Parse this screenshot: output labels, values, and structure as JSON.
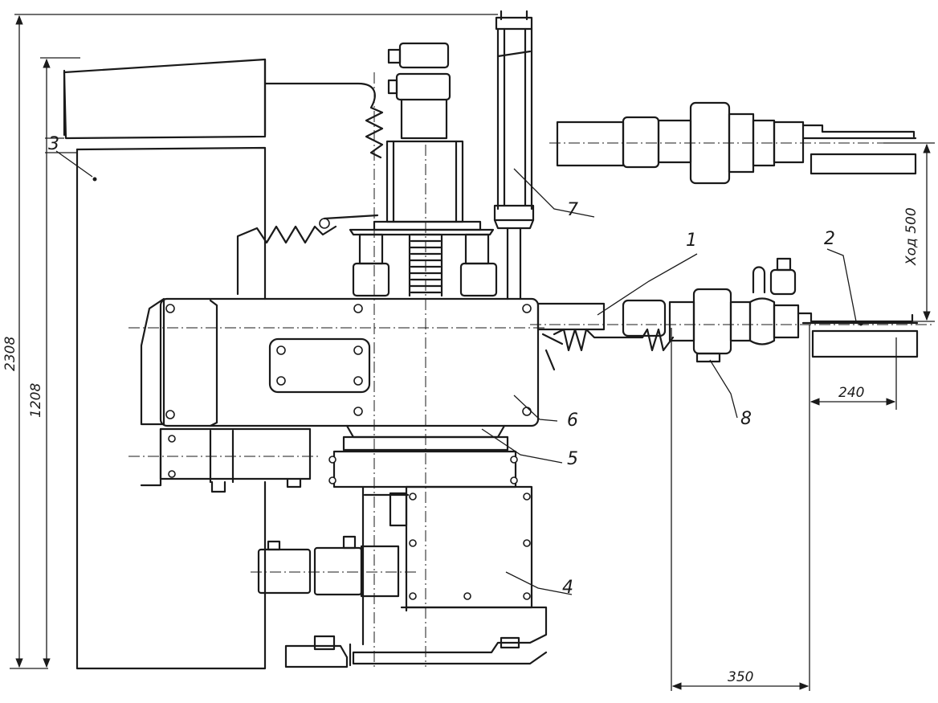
{
  "labels": {
    "part_1": "1",
    "part_2": "2",
    "part_3": "3",
    "part_4": "4",
    "part_5": "5",
    "part_6": "6",
    "part_7": "7",
    "part_8": "8"
  },
  "dimensions": {
    "overall_height": "2308",
    "frame_height": "1208",
    "stroke": "Ход 500",
    "clamp_width": "240",
    "offset": "350"
  }
}
